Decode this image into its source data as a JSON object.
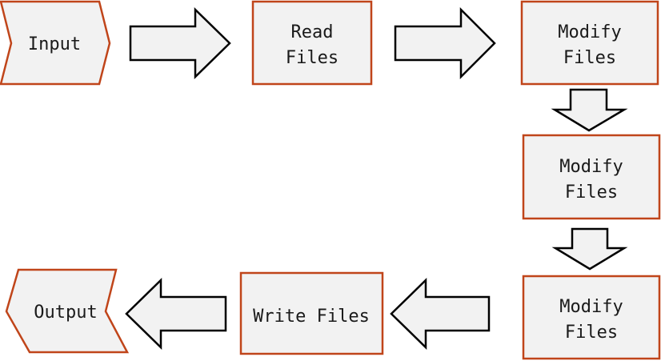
{
  "colors": {
    "node_fill": "#f2f2f2",
    "node_border": "#c0451a",
    "arrow_fill": "#f2f2f2",
    "arrow_border": "#000000",
    "text": "#1a1a1a"
  },
  "nodes": {
    "input": {
      "label": "Input",
      "shape": "chevron"
    },
    "read": {
      "line1": "Read",
      "line2": "Files",
      "shape": "rectangle"
    },
    "modify1": {
      "line1": "Modify",
      "line2": "Files",
      "shape": "rectangle"
    },
    "modify2": {
      "line1": "Modify",
      "line2": "Files",
      "shape": "rectangle"
    },
    "modify3": {
      "line1": "Modify",
      "line2": "Files",
      "shape": "rectangle"
    },
    "write": {
      "label": "Write Files",
      "shape": "rectangle"
    },
    "output": {
      "label": "Output",
      "shape": "chevron"
    }
  },
  "edges": [
    {
      "from": "input",
      "to": "read",
      "direction": "right"
    },
    {
      "from": "read",
      "to": "modify1",
      "direction": "right"
    },
    {
      "from": "modify1",
      "to": "modify2",
      "direction": "down"
    },
    {
      "from": "modify2",
      "to": "modify3",
      "direction": "down"
    },
    {
      "from": "modify3",
      "to": "write",
      "direction": "left"
    },
    {
      "from": "write",
      "to": "output",
      "direction": "left"
    }
  ]
}
